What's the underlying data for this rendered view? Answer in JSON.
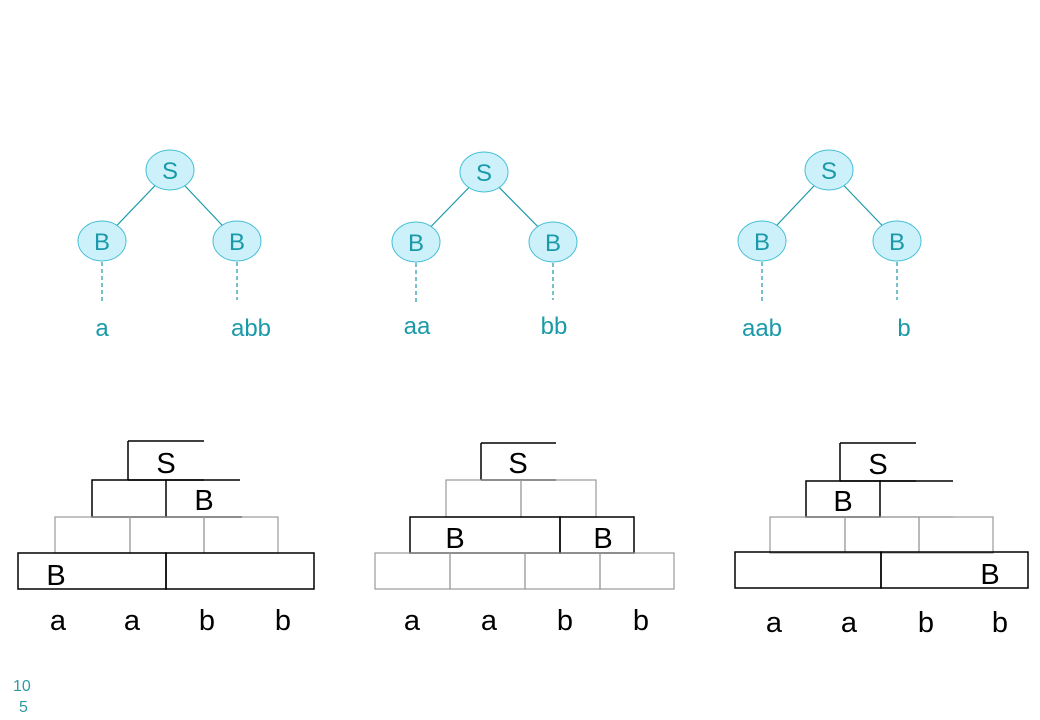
{
  "colors": {
    "node_fill": "#cdf1fb",
    "node_stroke": "#45bfd6",
    "teal": "#1a9aa8",
    "cell_gray": "#aaaaaa",
    "black": "#000000"
  },
  "page_number": {
    "line1": "10",
    "line2": "5"
  },
  "trees": [
    {
      "root": "S",
      "left": "B",
      "right": "B",
      "left_yield": "a",
      "right_yield": "abb"
    },
    {
      "root": "S",
      "left": "B",
      "right": "B",
      "left_yield": "aa",
      "right_yield": "bb"
    },
    {
      "root": "S",
      "left": "B",
      "right": "B",
      "left_yield": "aab",
      "right_yield": "b"
    }
  ],
  "tables": [
    {
      "input": [
        "a",
        "a",
        "b",
        "b"
      ],
      "rows": [
        [
          [
            "S"
          ]
        ],
        [
          [
            ""
          ],
          [
            "B"
          ]
        ],
        [
          [
            ""
          ],
          [
            ""
          ],
          [
            ""
          ]
        ],
        [
          [
            "B"
          ],
          [
            ""
          ]
        ]
      ]
    },
    {
      "input": [
        "a",
        "a",
        "b",
        "b"
      ],
      "rows": [
        [
          [
            "S"
          ]
        ],
        [
          [
            ""
          ],
          [
            ""
          ]
        ],
        [
          [
            "B"
          ],
          [
            "B"
          ]
        ],
        [
          [
            ""
          ],
          [
            ""
          ],
          [
            ""
          ],
          [
            ""
          ]
        ]
      ]
    },
    {
      "input": [
        "a",
        "a",
        "b",
        "b"
      ],
      "rows": [
        [
          [
            "S"
          ]
        ],
        [
          [
            "B"
          ],
          [
            ""
          ]
        ],
        [
          [
            ""
          ],
          [
            ""
          ],
          [
            ""
          ]
        ],
        [
          [
            ""
          ],
          [
            "B"
          ]
        ]
      ]
    }
  ]
}
